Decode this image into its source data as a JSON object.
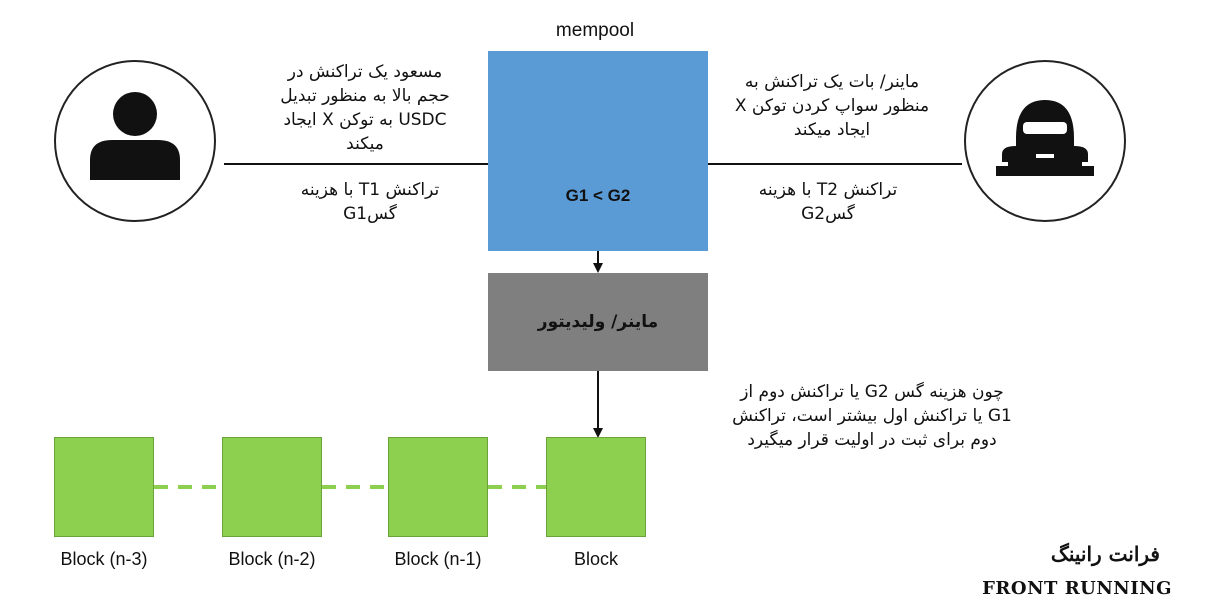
{
  "mempool": {
    "title": "mempool",
    "condition": "G1 < G2"
  },
  "miner_box": {
    "label": "ماینر/ ولیدیتور"
  },
  "user": {
    "description": [
      "مسعود یک تراکنش در",
      "حجم بالا به منظور تبدیل",
      "USDC به توکن X ایجاد",
      "میکند"
    ],
    "transaction": [
      "تراکنش T1 با هزینه",
      "گسG1"
    ]
  },
  "attacker": {
    "description": [
      "ماینر/ بات یک تراکنش  به",
      "منظور سواپ کردن توکن X",
      "ایجاد میکند"
    ],
    "transaction": [
      "تراکنش T2 با هزینه",
      "گسG2"
    ]
  },
  "explanation": [
    "چون هزینه گس G2 یا تراکنش دوم از",
    "G1 یا تراکنش اول بیشتر است، تراکنش",
    "دوم برای ثبت در اولیت قرار میگیرد"
  ],
  "blocks": [
    "Block (n-3)",
    "Block (n-2)",
    "Block (n-1)",
    "Block"
  ],
  "brand": {
    "fa": "فرانت رانینگ",
    "en": "FRONT RUNNING"
  },
  "icons": {
    "user": "user-icon",
    "attacker": "hacker-icon"
  },
  "colors": {
    "mempool": "#5b9bd5",
    "miner": "#7f7f7f",
    "block": "#8dd04f",
    "connector": "#8dd04f"
  }
}
